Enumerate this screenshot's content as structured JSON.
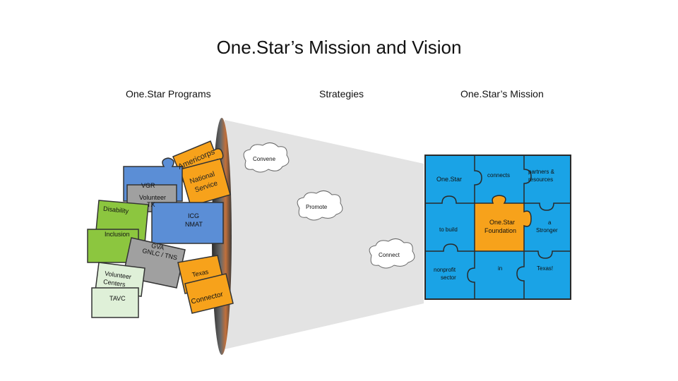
{
  "title": "One.Star’s Mission and Vision",
  "headers": {
    "programs": "One.Star Programs",
    "strategies": "Strategies",
    "mission": "One.Star’s Mission"
  },
  "strategies": {
    "convene": "Convene",
    "promote": "Promote",
    "connect": "Connect"
  },
  "programs": {
    "americorps": "Americorps",
    "national_service": [
      "National",
      "Service"
    ],
    "vgr": "VGR",
    "volunteer_tx": [
      "Volunteer",
      "TX"
    ],
    "disability": "Disability",
    "icg_nmat": [
      "ICG",
      "NMAT"
    ],
    "inclusion": "Inclusion",
    "gva": [
      "GVA",
      "GNLC / TNS"
    ],
    "volunteer_centers": [
      "Volunteer",
      "Centers"
    ],
    "tavc": "TAVC",
    "texas": "Texas",
    "connector": "Connector"
  },
  "mission": {
    "onestar": "One.Star",
    "connects": "connects",
    "partners": [
      "partners &",
      "resources"
    ],
    "to_build": "to build",
    "foundation": [
      "One.Star",
      "Foundation"
    ],
    "stronger": [
      "a",
      "Stronger"
    ],
    "nonprofit": [
      "nonprofit",
      "sector"
    ],
    "in": "in",
    "texas": "Texas!"
  },
  "colors": {
    "blue_piece": "#1aa3e6",
    "orange_piece": "#f7a21b",
    "gray_piece": "#a0a0a0",
    "green_piece": "#8cc63f",
    "mint_piece": "#dff0d8",
    "dark_blue_piece": "#5b8ed6",
    "lens_dark": "#4a4a4a",
    "beam": "#e0e0e0"
  }
}
